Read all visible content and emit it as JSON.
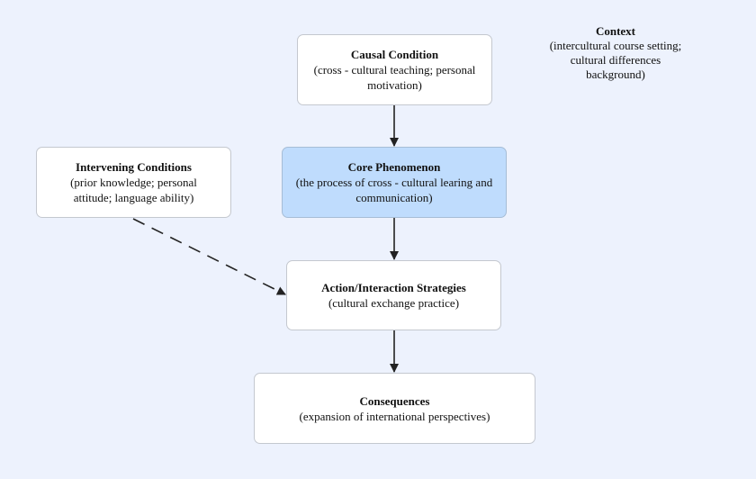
{
  "nodes": {
    "causal": {
      "title": "Causal Condition",
      "detail": "(cross - cultural teaching; personal motivation)"
    },
    "core": {
      "title": "Core Phenomenon",
      "detail": "(the process of cross - cultural learing and communication)"
    },
    "intervening": {
      "title": "Intervening Conditions",
      "detail": "(prior knowledge; personal attitude; language ability)"
    },
    "action": {
      "title": "Action/Interaction Strategies",
      "detail": "(cultural exchange practice)"
    },
    "consequences": {
      "title": "Consequences",
      "detail": "(expansion of international perspectives)"
    }
  },
  "context": {
    "title": "Context",
    "detail": "(intercultural course setting; cultural differences background)"
  },
  "colors": {
    "background": "#edf2fd",
    "core_fill": "#bfdcfd",
    "node_fill": "#ffffff",
    "edge": "#222222"
  }
}
